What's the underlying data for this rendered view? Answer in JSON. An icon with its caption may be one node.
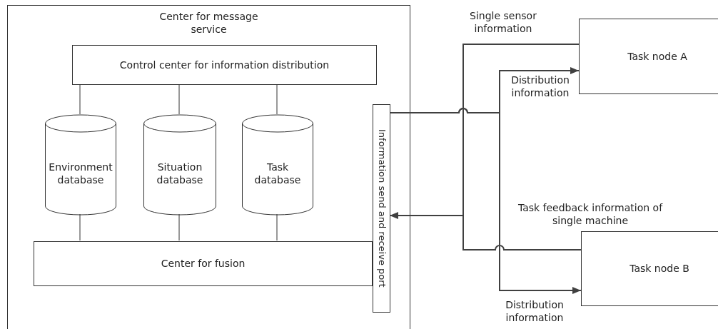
{
  "diagram": {
    "nodes": [
      {
        "text": [
          "Center for message service"
        ]
      },
      {
        "text": [
          "Control center for information distribution"
        ],
        "in": 0
      },
      {
        "text": [
          "Environment database"
        ],
        "in": 0
      },
      {
        "text": [
          "Situation database"
        ],
        "in": 0
      },
      {
        "text": [
          "Task database"
        ],
        "in": 0
      },
      {
        "text": [
          "Center for fusion"
        ],
        "in": 0
      },
      {
        "text": [
          "Information send and receive port"
        ],
        "in": 0
      },
      {
        "text": [
          "Task node A"
        ]
      },
      {
        "text": [
          "Task node B"
        ]
      }
    ],
    "edges": [
      {
        "from": 1,
        "to": 2,
        "arrow": "none"
      },
      {
        "from": 1,
        "to": 3,
        "arrow": "none"
      },
      {
        "from": 1,
        "to": 4,
        "arrow": "none"
      },
      {
        "from": 2,
        "to": 5,
        "arrow": "none"
      },
      {
        "from": 3,
        "to": 5,
        "arrow": "none"
      },
      {
        "from": 4,
        "to": 5,
        "arrow": "none"
      },
      {
        "from": 7,
        "to": 6,
        "arrow": "none",
        "label": "Single sensor information"
      },
      {
        "from": 6,
        "to": 7,
        "arrow": "to",
        "label": "Distribution information"
      },
      {
        "from": 8,
        "to": 6,
        "arrow": "to",
        "label": "Task feedback information of single machine"
      },
      {
        "from": 6,
        "to": 8,
        "arrow": "to",
        "label": "Distribution information"
      }
    ]
  }
}
